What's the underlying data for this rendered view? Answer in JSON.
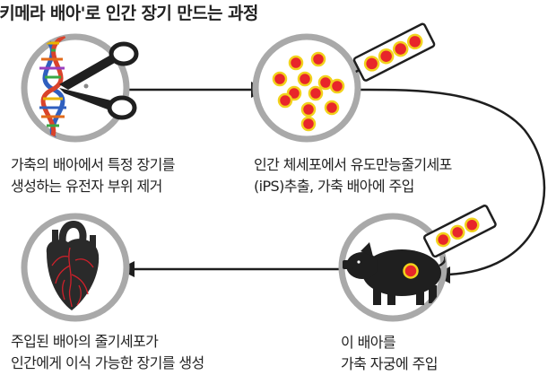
{
  "title": "'키메라 배아'로 인간 장기 만드는 과정",
  "steps": [
    {
      "id": 1,
      "line1": "가축의 배아에서 특정 장기를",
      "line2": "생성하는 유전자 부위 제거",
      "icon": "dna-scissors-icon"
    },
    {
      "id": 2,
      "line1": "인간 체세포에서 유도만능줄기세포",
      "line2": "(iPS)추출, 가축 배아에 주입",
      "icon": "cells-syringe-icon"
    },
    {
      "id": 3,
      "line1": "이 배아를",
      "line2": "가축 자궁에 주입",
      "icon": "pig-syringe-icon"
    },
    {
      "id": 4,
      "line1": "주입된 배아의 줄기세포가",
      "line2": "인간에게 이식 가능한 장기를 생성",
      "icon": "heart-icon"
    }
  ],
  "colors": {
    "circle_ring": "#a9a9a9",
    "cell_fill": "#e8262a",
    "cell_ring": "#f2d21c",
    "arrow": "#1e1e1e",
    "heart": "#2a2a2a",
    "vessels": "#d0202a"
  }
}
